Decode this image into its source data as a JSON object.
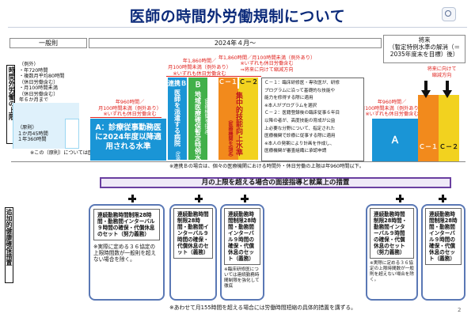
{
  "title": "医師の時間外労働規制について",
  "header": {
    "current": "一般則",
    "april": "2024年４月～",
    "future_title": "将来",
    "future_sub": "（暫定特例水準の解消（＝2035年度末を目標）後）"
  },
  "left": {
    "vlabel": "時間外労働の上限",
    "exceptions": [
      "（例外）",
      "・年720時間",
      "・複数月平均80時間",
      "（休日労働含む）",
      "・月100時間未満",
      "（休日労働含む）",
      "年６か月まで"
    ],
    "principle": [
      "（原則）",
      "１か月45時間",
      "１年360時間"
    ],
    "note": "※この（原則）については医師も同様。"
  },
  "topnotes": {
    "a_960": "年960時間／\n月100時間未満（例外あり）",
    "a_holiday": "※いずれも休日労働含む",
    "b_1860": "年1,860時間／\n月100時間未満（例外あり）",
    "b_holiday": "※いずれも休日労働含む",
    "c_1860": "年1,860時間／月100時間未満（例外あり）",
    "c_holiday": "⇒将来に向けて縮減方向",
    "c_holiday2": "※いずれも休日労働含む",
    "f_960": "年960時間／\n月100時間未満（例外あり）",
    "f_holiday": "※いずれも休日労働含む",
    "f_future": "将来に向けて\n縮減方向"
  },
  "bars": {
    "a": "A：診療従事勤務医に2024年度以降適用される水準",
    "b_label": "連携Ｂ",
    "b_sub": "医師を派遣する病院",
    "b_text": "（医療機関を指定）",
    "bb_label": "Ｂ",
    "bb_sub": "地域医療確保暫定特例水準",
    "bb_text": "（医療機関を指定）",
    "c1": "Ｃ－１",
    "c2": "Ｃ－２",
    "c_text": "集中的技能向上水準",
    "c_sub": "（医療機関を指定）",
    "future_a": "Ａ",
    "future_c1": "Ｃ－１",
    "future_c2": "Ｃ－２"
  },
  "cnote": [
    "Ｃ－１：臨床研修医・専攻医が、研修",
    "プログラムに沿って基礎的な技能や",
    "能力を修得する際に適用",
    "※本人がプログラムを選択",
    "Ｃ－２：医籍登録後の臨床従事６年目",
    "以降の者が、高度技能の育成が公益",
    "上必要な分野について、指定された",
    "医療機関で診療に従事する際に適用",
    "※本人の発案により計画を作成し、",
    "医療機関が審査組織に承認申請"
  ],
  "mid_note": "※連携Ｂの場合は、個々の医療機関における時間外・休日労働の上限は年960時間以下。",
  "measures_title": "月の上限を超える場合の面接指導と就業上の措置",
  "health_label": "追加的健康確保措置",
  "panels": [
    {
      "text": "連続勤務時間制限28時間・勤務間インターバル９時間の確保・代償休息のセット（努力義務）",
      "note": "※実際に定める３６協定の上限時間数が一般則を超えない場合を除く。"
    },
    {
      "text": "連続勤務時間制限28時間・勤務間インターバル９時間の確保・代償休息のセット（義務）",
      "note": ""
    },
    {
      "text": "連続勤務時間制限28時間・勤務間インターバル９時間の確保・代償休息のセット（義務）",
      "note": "※臨床研修医については連続勤務時間制限を強化して徹底"
    },
    {
      "text": "連続勤務時間制限28時間・勤務間インターバル９時間の確保・代償休息のセット（努力義務）",
      "note": "※実際に定める３６協定の上限時間数が一般則を超えない場合を除く。"
    },
    {
      "text": "連続勤務時間制限28時間・勤務間インターバル９時間の確保・代償休息のセット（義務）",
      "note": ""
    }
  ],
  "bottom_note": "※あわせて月155時間を超える場合には労働時間短縮の具体的措置を講ずる。",
  "page_num": "2",
  "colors": {
    "blue": "#1a95d6",
    "green": "#42b04a",
    "orange": "#f28a1c",
    "yellow": "#f2d21f",
    "navy": "#0b2a7a",
    "red": "#e0231e"
  },
  "icons": [
    "zoom-icon",
    "plus-icon",
    "arrow-down-icon"
  ]
}
